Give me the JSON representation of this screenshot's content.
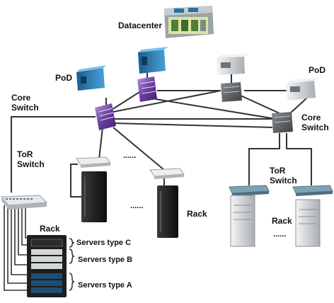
{
  "labels": {
    "datacenter": "Datacenter",
    "pod_left": "PoD",
    "pod_right": "PoD",
    "core_switch_left": [
      "Core",
      "Switch"
    ],
    "core_switch_right": [
      "Core",
      "Switch"
    ],
    "tor_switch_left": [
      "ToR",
      "Switch"
    ],
    "tor_switch_right": [
      "ToR",
      "Switch"
    ],
    "rack_left": "Rack",
    "rack_center": "Rack",
    "rack_right": "Rack",
    "servers_type_c": "Servers type C",
    "servers_type_b": "Servers type B",
    "servers_type_a": "Servers type A",
    "ellipsis_top": "......",
    "ellipsis_mid": "......",
    "ellipsis_right": "......"
  },
  "colors": {
    "line": "#333333",
    "core_switch_purple": "#6b3fa0",
    "switch_gray": "#cfd3d6",
    "tor_teal": "#6e93a6",
    "container_blue": "#2f7fb7",
    "server_light": "#d9dcdf",
    "rack_black": "#1a1a1a"
  }
}
